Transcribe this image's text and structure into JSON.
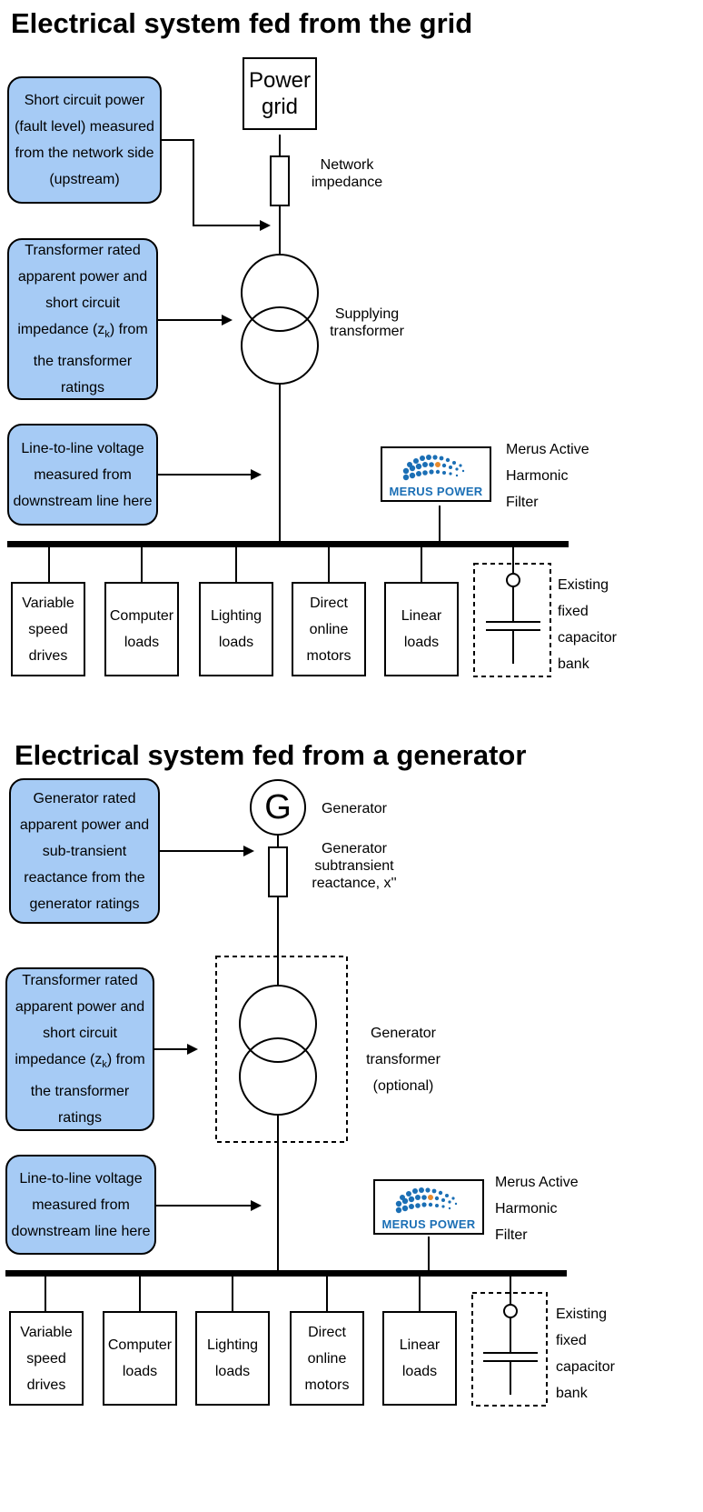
{
  "grid_section": {
    "title": "Electrical system fed from the grid",
    "power_grid_label": "Power\ngrid",
    "network_impedance_label": "Network\nimpedance",
    "transformer_label": "Supplying\ntransformer",
    "filter_label": "Merus Active\nHarmonic\nFilter",
    "capacitor_label": "Existing\nfixed\ncapacitor\nbank",
    "notes": [
      "Short circuit power\n(fault level) measured\nfrom the network side\n(upstream)",
      "Transformer rated\napparent power and\nshort circuit\nimpedance (zk) from\nthe transformer\nratings",
      "Line-to-line voltage\nmeasured from\ndownstream line here"
    ],
    "loads": [
      "Variable\nspeed\ndrives",
      "Computer\nloads",
      "Lighting\nloads",
      "Direct\nonline\nmotors",
      "Linear\nloads"
    ]
  },
  "generator_section": {
    "title": "Electrical system fed from a generator",
    "generator_symbol": "G",
    "generator_label": "Generator",
    "reactance_label": "Generator\nsubtransient\nreactance, x''",
    "transformer_label": "Generator\ntransformer\n(optional)",
    "filter_label": "Merus Active\nHarmonic\nFilter",
    "capacitor_label": "Existing\nfixed\ncapacitor\nbank",
    "notes": [
      "Generator rated\napparent power and\nsub-transient\nreactance from the\ngenerator ratings",
      "Transformer rated\napparent power and\nshort circuit\nimpedance (zk) from\nthe transformer\nratings",
      "Line-to-line voltage\nmeasured from\ndownstream line here"
    ],
    "loads": [
      "Variable\nspeed\ndrives",
      "Computer\nloads",
      "Lighting\nloads",
      "Direct\nonline\nmotors",
      "Linear\nloads"
    ]
  },
  "logo": {
    "brand_left": "MERUS",
    "brand_right": "POWER"
  },
  "colors": {
    "note_fill": "#a6cbf5",
    "logo_blue": "#1b6fb5",
    "logo_orange": "#e88a2c"
  }
}
